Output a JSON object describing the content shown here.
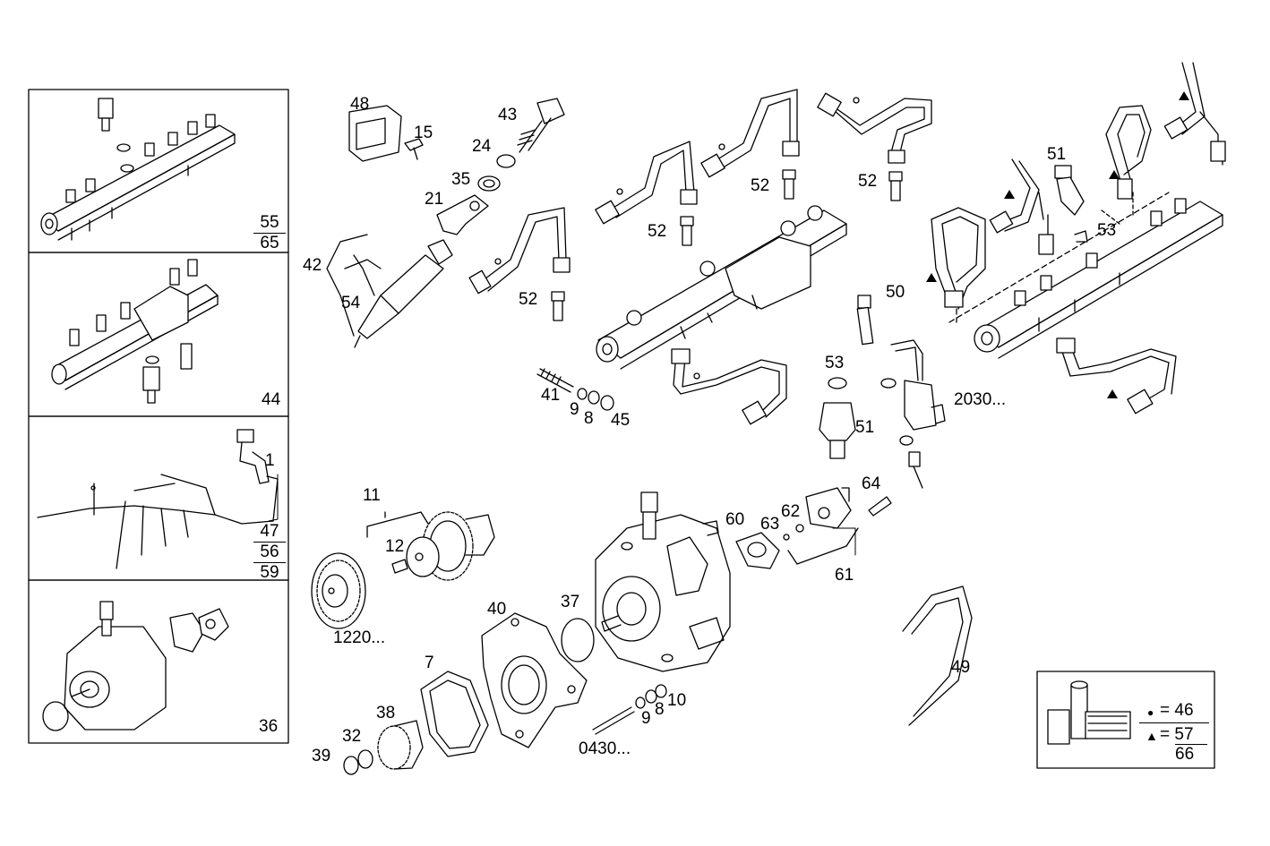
{
  "panels": [
    {
      "id": "rail-a",
      "numerator": "55",
      "denominator": "65"
    },
    {
      "id": "rail-b",
      "label": "44"
    },
    {
      "id": "harness",
      "label": "1",
      "fraction": [
        "47",
        "56",
        "59"
      ]
    },
    {
      "id": "pump",
      "label": "36"
    }
  ],
  "callouts": {
    "c48": "48",
    "c15": "15",
    "c43": "43",
    "c24": "24",
    "c35": "35",
    "c21": "21",
    "c42": "42",
    "c54": "54",
    "c52a": "52",
    "c52b": "52",
    "c52c": "52",
    "c52d": "52",
    "c51a": "51",
    "c53a": "53",
    "c50": "50",
    "c53b": "53",
    "c51b": "51",
    "c2030": "2030...",
    "c41": "41",
    "c9a": "9",
    "c8a": "8",
    "c45": "45",
    "c11": "11",
    "c12": "12",
    "c1220": "1220...",
    "c60": "60",
    "c63": "63",
    "c62": "62",
    "c64": "64",
    "c61": "61",
    "c37": "37",
    "c40": "40",
    "c7": "7",
    "c38": "38",
    "c32": "32",
    "c39": "39",
    "c9b": "9",
    "c8b": "8",
    "c10": "10",
    "c0430": "0430...",
    "c49": "49"
  },
  "legend": {
    "dot_symbol": "●",
    "dot_value": "= 46",
    "triangle_symbol": "▲",
    "triangle_value": "= 57",
    "triangle_denominator": "66"
  }
}
